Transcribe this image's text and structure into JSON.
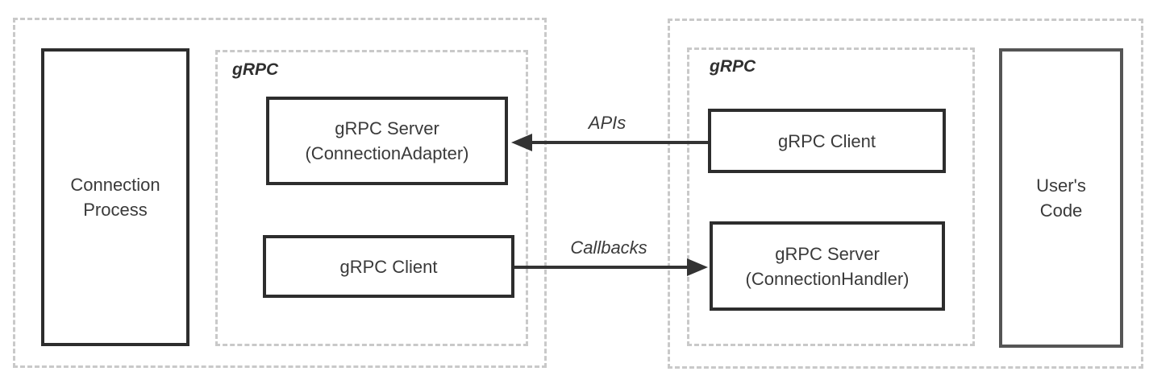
{
  "left_region": {
    "process_box": {
      "line1": "Connection",
      "line2": "Process"
    },
    "grpc_group_label": "gRPC",
    "server_box": {
      "line1": "gRPC Server",
      "line2": "(ConnectionAdapter)"
    },
    "client_box": {
      "label": "gRPC Client"
    }
  },
  "right_region": {
    "grpc_group_label": "gRPC",
    "client_box": {
      "label": "gRPC Client"
    },
    "server_box": {
      "line1": "gRPC Server",
      "line2": "(ConnectionHandler)"
    },
    "user_code_box": {
      "line1": "User's",
      "line2": "Code"
    }
  },
  "arrows": {
    "apis_label": "APIs",
    "callbacks_label": "Callbacks"
  },
  "colors": {
    "node_border": "#2d2d2d",
    "user_code_border": "#555555",
    "dashed_border": "#c9c9c9",
    "text": "#3a3a3a",
    "arrow": "#333333",
    "background": "#ffffff"
  }
}
